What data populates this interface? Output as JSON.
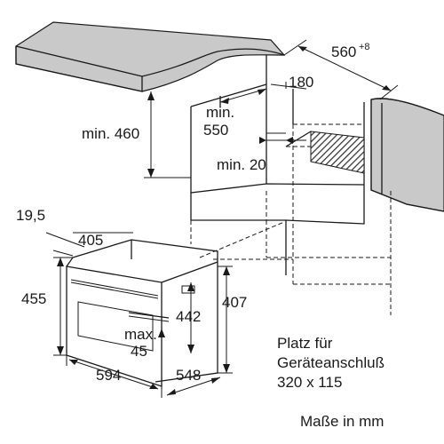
{
  "dimensions": {
    "cabinet_depth": "560",
    "cabinet_depth_tolerance": "+8",
    "rear_gap": "180",
    "niche_height_min": "min. 460",
    "niche_depth_min_label": "min.",
    "niche_depth_min_value": "550",
    "side_clearance": "min. 20",
    "front_offset": "19,5",
    "appliance_depth_top": "405",
    "appliance_height": "455",
    "inner_height": "442",
    "body_height": "407",
    "handle_max_label": "max.",
    "handle_max_value": "45",
    "appliance_width": "594",
    "body_depth": "548"
  },
  "notes": {
    "connection_line1": "Platz für",
    "connection_line2": "Geräteanschluß",
    "connection_line3": "320 x 115",
    "units": "Maße in mm"
  },
  "colors": {
    "counter_fill": "#c9c9c9",
    "hatch_fill": "#555555",
    "line": "#1a1a1a"
  }
}
